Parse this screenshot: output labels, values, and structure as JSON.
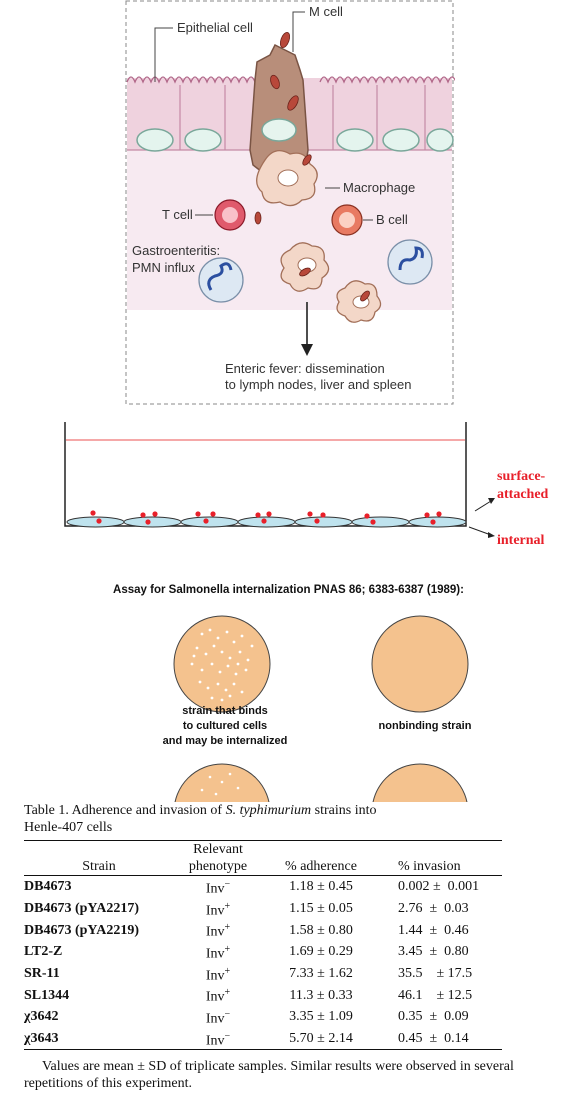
{
  "figure1": {
    "labels": {
      "epithelial": "Epithelial cell",
      "m_cell": "M cell",
      "macrophage": "Macrophage",
      "t_cell": "T cell",
      "b_cell": "B cell",
      "gastro_1": "Gastroenteritis:",
      "gastro_2": "PMN influx",
      "fever_1": "Enteric fever: dissemination",
      "fever_2": "to lymph nodes, liver and spleen"
    }
  },
  "figure2": {
    "labels": {
      "surface_1": "surface-",
      "surface_2": "attached",
      "internal": "internal"
    },
    "colors": {
      "red": "#e8202a",
      "cell": "#bfe3ee",
      "medium": "#f28c8c"
    }
  },
  "assay": {
    "title": "Assay for Salmonella internalization PNAS 86; 6383-6387 (1989):",
    "left_caption": [
      "strain that binds",
      "to cultured cells",
      "and may be internalized"
    ],
    "right_caption": "nonbinding strain",
    "plate_color": "#f4c28e"
  },
  "table1": {
    "caption_prefix": "Table 1.   Adherence and invasion of ",
    "caption_species": "S. typhimurium",
    "caption_suffix": " strains into",
    "caption_line2": "Henle-407 cells",
    "headers": {
      "strain": "Strain",
      "phenotype_1": "Relevant",
      "phenotype_2": "phenotype",
      "adherence": "% adherence",
      "invasion": "% invasion"
    },
    "rows": [
      {
        "strain": "DB4673",
        "pheno": "Inv",
        "sup": "−",
        "adh": "1.18 ± 0.45",
        "inv": "0.002 ±  0.001"
      },
      {
        "strain": "DB4673 (pYA2217)",
        "pheno": "Inv",
        "sup": "+",
        "adh": "1.15 ± 0.05",
        "inv": "2.76  ±  0.03"
      },
      {
        "strain": "DB4673 (pYA2219)",
        "pheno": "Inv",
        "sup": "+",
        "adh": "1.58 ± 0.80",
        "inv": "1.44  ±  0.46"
      },
      {
        "strain": "LT2-Z",
        "pheno": "Inv",
        "sup": "+",
        "adh": "1.69 ± 0.29",
        "inv": "3.45  ±  0.80"
      },
      {
        "strain": "SR-11",
        "pheno": "Inv",
        "sup": "+",
        "adh": "7.33 ± 1.62",
        "inv": "35.5    ± 17.5"
      },
      {
        "strain": "SL1344",
        "pheno": "Inv",
        "sup": "+",
        "adh": "11.3  ± 0.33",
        "inv": "46.1    ± 12.5"
      },
      {
        "strain": "χ3642",
        "pheno": "Inv",
        "sup": "−",
        "adh": "3.35 ± 1.09",
        "inv": "0.35  ±  0.09"
      },
      {
        "strain": "χ3643",
        "pheno": "Inv",
        "sup": "−",
        "adh": "5.70 ± 2.14",
        "inv": "0.45  ±  0.14"
      }
    ],
    "footnote": "Values are mean ± SD of triplicate samples. Similar results were observed in several repetitions of this experiment."
  }
}
